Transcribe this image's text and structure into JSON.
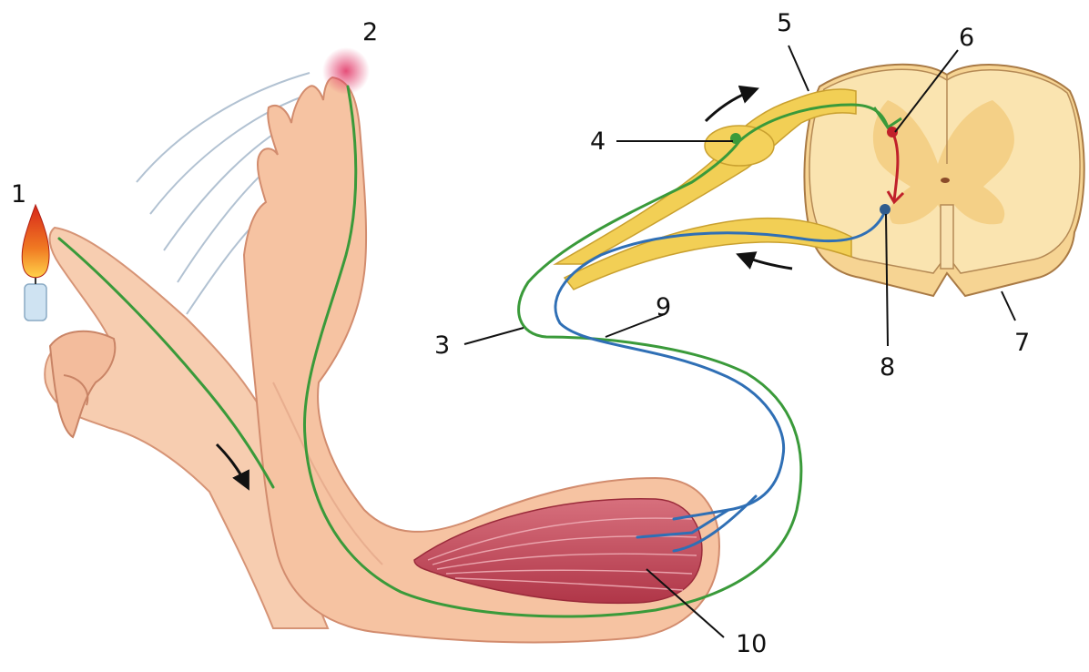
{
  "labels": {
    "l1": "1",
    "l2": "2",
    "l3": "3",
    "l4": "4",
    "l5": "5",
    "l6": "6",
    "l7": "7",
    "l8": "8",
    "l9": "9",
    "l10": "10"
  },
  "colors": {
    "skin": "#f6c3a2",
    "skin_shadow": "#d98d6f",
    "sensory_nerve": "#3a9a3a",
    "motor_nerve": "#2f6fb5",
    "interneuron": "#c0202a",
    "nerve_root": "#f2cf55",
    "cord_white": "#f9e2a9",
    "cord_grey": "#f0cf88",
    "muscle": "#c24b5a",
    "flame": "#e63a22"
  }
}
